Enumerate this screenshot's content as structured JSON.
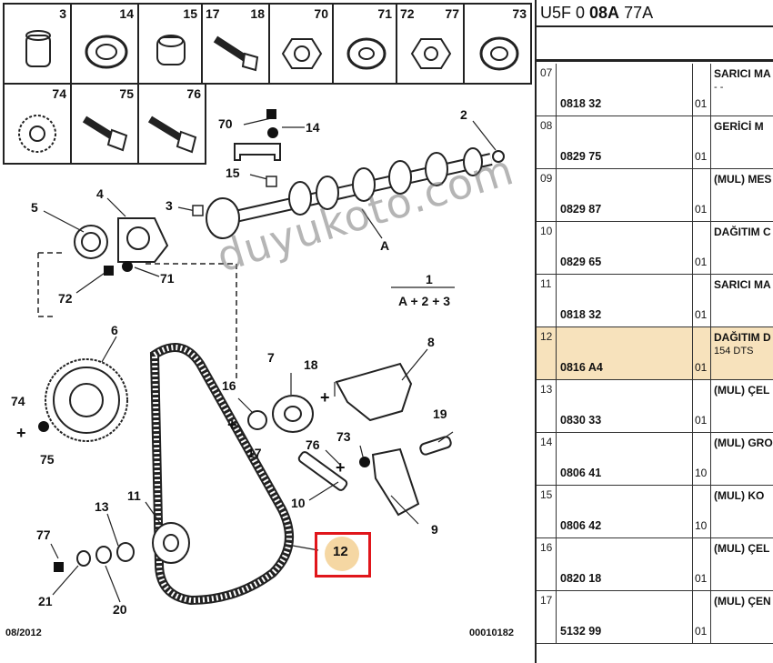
{
  "thumbnails": [
    {
      "num": "3"
    },
    {
      "num": "14"
    },
    {
      "num": "15"
    },
    {
      "num": "17"
    },
    {
      "num": "18"
    },
    {
      "num": "70"
    },
    {
      "num": "71"
    },
    {
      "num": "72"
    },
    {
      "num": "77"
    },
    {
      "num": "73"
    },
    {
      "num": "74"
    },
    {
      "num": "75"
    },
    {
      "num": "76"
    }
  ],
  "diagram": {
    "callouts": [
      "70",
      "14",
      "2",
      "15",
      "5",
      "4",
      "3",
      "A",
      "72",
      "71",
      "1",
      "A + 2 + 3",
      "6",
      "7",
      "18",
      "8",
      "16",
      "74",
      "75",
      "17",
      "76",
      "73",
      "19",
      "10",
      "11",
      "13",
      "77",
      "12",
      "9",
      "21",
      "20"
    ],
    "footer_left": "08/2012",
    "footer_right": "00010182",
    "watermark": "duyukoto.com",
    "highlight_color": "#e0161b"
  },
  "panel": {
    "header_prefix": "U5F 0 ",
    "header_bold": "08A",
    "header_suffix": " 77A",
    "rows": [
      {
        "idx": "07",
        "ref": "0818 32",
        "qty": "01",
        "desc": "SARICI MA",
        "desc2": "- -"
      },
      {
        "idx": "08",
        "ref": "0829 75",
        "qty": "01",
        "desc": "GERİCİ M",
        "desc2": ""
      },
      {
        "idx": "09",
        "ref": "0829 87",
        "qty": "01",
        "desc": "(MUL) MES",
        "desc2": ""
      },
      {
        "idx": "10",
        "ref": "0829 65",
        "qty": "01",
        "desc": "DAĞITIM C",
        "desc2": ""
      },
      {
        "idx": "11",
        "ref": "0818 32",
        "qty": "01",
        "desc": "SARICI MA",
        "desc2": ""
      },
      {
        "idx": "12",
        "ref": "0816 A4",
        "qty": "01",
        "desc": "DAĞITIM D",
        "desc2": "154 DTS",
        "selected": true
      },
      {
        "idx": "13",
        "ref": "0830 33",
        "qty": "01",
        "desc": "(MUL) ÇEL",
        "desc2": ""
      },
      {
        "idx": "14",
        "ref": "0806 41",
        "qty": "10",
        "desc": "(MUL) GRO",
        "desc2": ""
      },
      {
        "idx": "15",
        "ref": "0806 42",
        "qty": "10",
        "desc": "(MUL) KO",
        "desc2": ""
      },
      {
        "idx": "16",
        "ref": "0820 18",
        "qty": "01",
        "desc": "(MUL) ÇEL",
        "desc2": ""
      },
      {
        "idx": "17",
        "ref": "5132 99",
        "qty": "01",
        "desc": "(MUL) ÇEN",
        "desc2": ""
      }
    ]
  }
}
